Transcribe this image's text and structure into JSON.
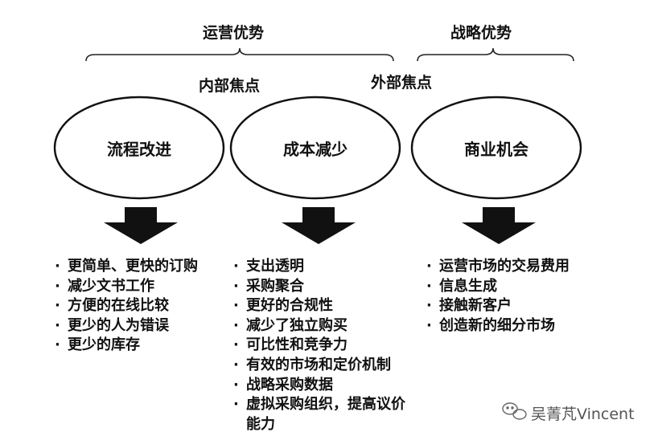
{
  "headers": {
    "operational": "运营优势",
    "strategic": "战略优势",
    "internal_focus": "内部焦点",
    "external_focus": "外部焦点"
  },
  "ellipses": [
    {
      "label": "流程改进"
    },
    {
      "label": "成本减少"
    },
    {
      "label": "商业机会"
    }
  ],
  "lists": {
    "process": [
      "更简单、更快的订购",
      "减少文书工作",
      "方便的在线比较",
      "更少的人为错误",
      "更少的库存"
    ],
    "cost": [
      "支出透明",
      "采购聚合",
      "更好的合规性",
      "减少了独立购买",
      "可比性和竞争力",
      "有效的市场和定价机制",
      "战略采购数据",
      "虚拟采购组织，提高议价能力"
    ],
    "business": [
      "运营市场的交易费用",
      "信息生成",
      "接触新客户",
      "创造新的细分市场"
    ]
  },
  "watermark": {
    "icon": "wechat-icon",
    "text": "吴菁芃Vincent"
  }
}
